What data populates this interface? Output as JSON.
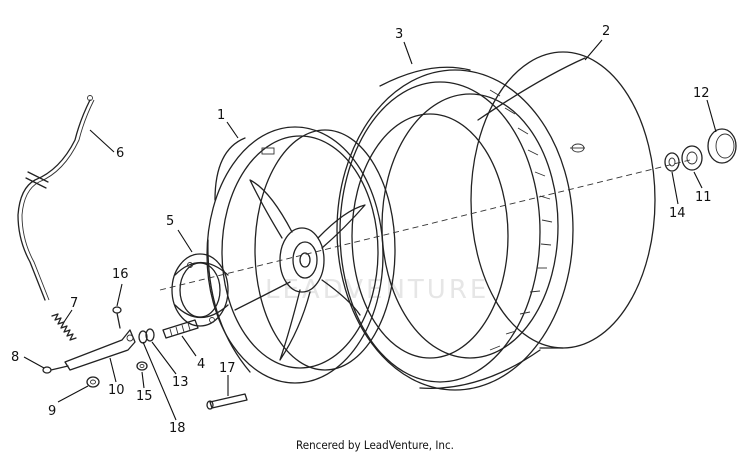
{
  "diagram": {
    "watermark": "LEADVENTURE",
    "credit": "Rencered by LeadVenture, Inc.",
    "callouts": [
      "1",
      "2",
      "3",
      "4",
      "5",
      "6",
      "7",
      "8",
      "9",
      "10",
      "11",
      "12",
      "13",
      "14",
      "15",
      "16",
      "17",
      "18"
    ]
  }
}
